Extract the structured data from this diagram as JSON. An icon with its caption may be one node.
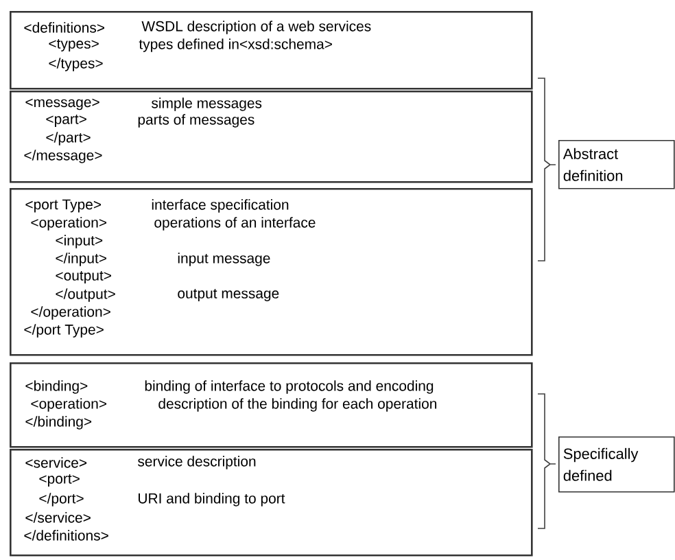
{
  "diagram": {
    "nodes": [
      {
        "text": [
          "<definitions>",
          "WSDL description of a web services",
          "<types>",
          "types defined in<xsd:schema>",
          "</types>"
        ]
      },
      {
        "text": [
          "<message>",
          "simple messages",
          "<part>",
          "parts of messages",
          "</part>",
          "</message>"
        ]
      },
      {
        "text": [
          "<port Type>",
          "interface specification",
          "<operation>",
          "operations of an interface",
          "<input>",
          "</input>",
          "input message",
          "<output>",
          "</output>",
          "output message",
          "</operation>",
          "</port Type>"
        ]
      },
      {
        "text": [
          "<binding>",
          "binding of interface to protocols and encoding",
          "<operation>",
          "description of the binding for each operation",
          "</binding>"
        ]
      },
      {
        "text": [
          "<service>",
          "service description",
          "<port>",
          "</port>",
          "URI and binding to port",
          "</service>",
          "</definitions>"
        ]
      },
      {
        "text": [
          "Abstract definition"
        ]
      },
      {
        "text": [
          "Specifically defined"
        ]
      }
    ]
  }
}
